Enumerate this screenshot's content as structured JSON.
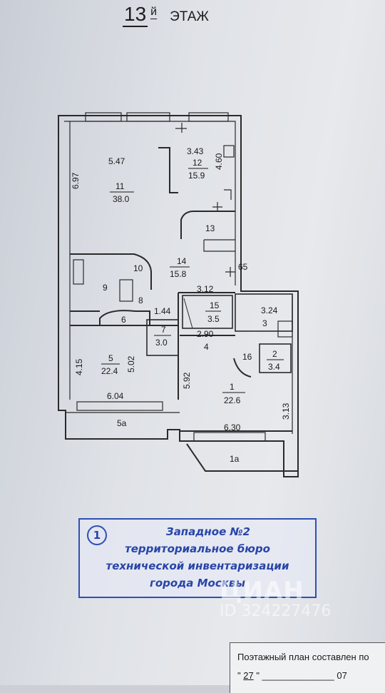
{
  "header": {
    "floor_number": "13",
    "floor_suffix": "й",
    "floor_word": "ЭТАЖ"
  },
  "rooms": {
    "r1": "1",
    "r1_area": "22.6",
    "r1a": "1а",
    "r2": "2",
    "r2_area": "3.4",
    "r3": "3",
    "r3_len": "3.24",
    "r4": "4",
    "r4_len": "2.90",
    "r5": "5",
    "r5_area": "22.4",
    "r5a": "5а",
    "r6": "6",
    "r7": "7",
    "r7_area": "3.0",
    "r8": "8",
    "r9": "9",
    "r10": "10",
    "r11": "11",
    "r11_area": "38.0",
    "r12": "12",
    "r12_area": "15.9",
    "r13": "13",
    "r14": "14",
    "r14_area": "15.8",
    "r15": "15",
    "r15_area": "3.5",
    "r16": "16",
    "r65": "65"
  },
  "dimensions": {
    "d547": "5.47",
    "d343": "3.43",
    "d460": "4.60",
    "d697": "6.97",
    "d312": "3.12",
    "d144": "1.44",
    "d415": "4.15",
    "d502": "5.02",
    "d604": "6.04",
    "d592": "5.92",
    "d313": "3.13",
    "d630": "6.30"
  },
  "stamp": {
    "number": "1",
    "line1": "Западное №2",
    "line2": "территориальное бюро",
    "line3": "технической инвентаризации",
    "line4": "города Москвы"
  },
  "watermark": {
    "brand": "ЦИАН",
    "id": "ID 324227476"
  },
  "footer": {
    "text": "Поэтажный план составлен по",
    "day": "27",
    "year": "07"
  },
  "colors": {
    "stamp": "#2f4fb3",
    "walls": "#2a2a2a"
  }
}
